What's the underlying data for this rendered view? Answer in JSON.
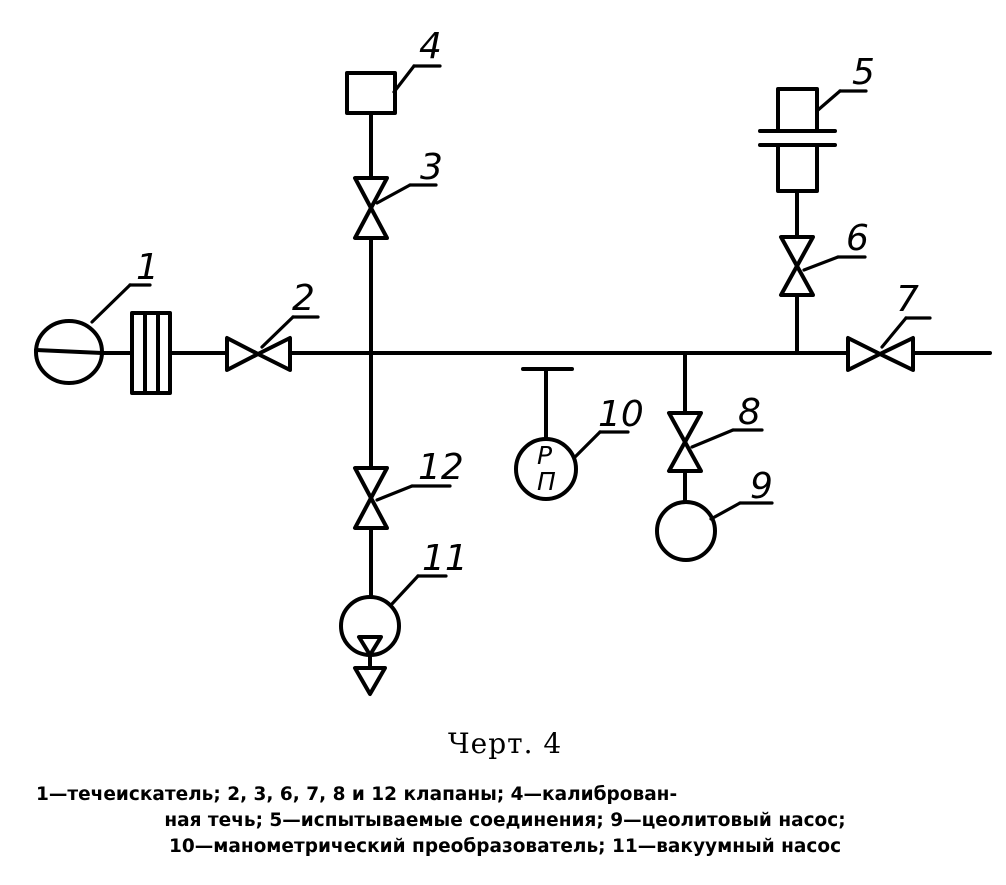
{
  "figure": {
    "labels": {
      "l1": "1",
      "l2": "2",
      "l3": "3",
      "l4": "4",
      "l5": "5",
      "l6": "6",
      "l7": "7",
      "l8": "8",
      "l9": "9",
      "l10": "10",
      "l11": "11",
      "l12": "12"
    },
    "gauge_top": "P",
    "gauge_bottom": "П"
  },
  "caption": {
    "title": "Черт. 4",
    "legend_lines": [
      "1—течеискатель; 2, 3, 6, 7, 8 и 12 клапаны; 4—калиброван-",
      "ная течь; 5—испытываемые соединения; 9—цеолитовый насос;",
      "10—манометрический преобразователь; 11—вакуумный насос"
    ]
  }
}
